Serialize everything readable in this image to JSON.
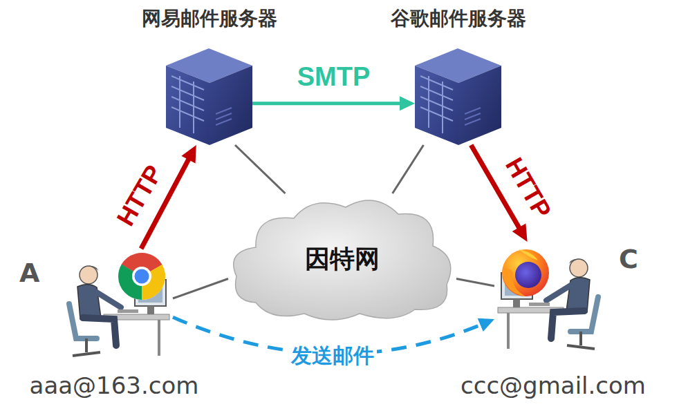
{
  "diagram": {
    "nodes": [
      {
        "text": [
          "网易邮件服务器"
        ]
      },
      {
        "text": [
          "谷歌邮件服务器"
        ]
      },
      {
        "text": [
          "A",
          "aaa@163.com"
        ]
      },
      {
        "text": [
          "因特网"
        ]
      },
      {
        "text": [
          "C",
          "ccc@gmail.com"
        ]
      }
    ],
    "edges": [
      {
        "from": 0,
        "to": 1,
        "label": "SMTP",
        "arrow": "to"
      },
      {
        "from": 2,
        "to": 0,
        "label": "HTTP",
        "arrow": "to"
      },
      {
        "from": 1,
        "to": 4,
        "label": "HTTP",
        "arrow": "to"
      },
      {
        "from": 2,
        "to": 4,
        "label": "发送邮件",
        "arrow": "to"
      },
      {
        "from": 0,
        "to": 3,
        "arrow": "none"
      },
      {
        "from": 1,
        "to": 3,
        "arrow": "none"
      },
      {
        "from": 2,
        "to": 3,
        "arrow": "none"
      },
      {
        "from": 4,
        "to": 3,
        "arrow": "none"
      }
    ]
  }
}
